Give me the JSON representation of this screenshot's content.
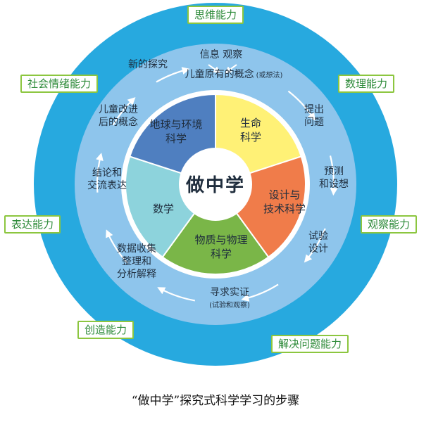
{
  "center": {
    "label": "做中学"
  },
  "subjects": [
    {
      "lines": [
        "生命",
        "科学"
      ],
      "color": "#fff176"
    },
    {
      "lines": [
        "设计与",
        "技术科学"
      ],
      "color": "#f07c4a"
    },
    {
      "lines": [
        "物质与物理",
        "科学"
      ],
      "color": "#7ab648"
    },
    {
      "lines": [
        "数学"
      ],
      "color": "#8dd3dc"
    },
    {
      "lines": [
        "地球与环境",
        "科学"
      ],
      "color": "#4f7fc0"
    }
  ],
  "steps": [
    {
      "lines": [
        "信息  观察"
      ]
    },
    {
      "lines": [
        "儿童原有的概念"
      ],
      "note": "(或想法)"
    },
    {
      "lines": [
        "提出",
        "问题"
      ]
    },
    {
      "lines": [
        "预测",
        "和设想"
      ]
    },
    {
      "lines": [
        "试验",
        "设计"
      ]
    },
    {
      "lines": [
        "寻求实证"
      ],
      "note": "(试验和观察)"
    },
    {
      "lines": [
        "数据收集",
        "整理和",
        "分析解释"
      ]
    },
    {
      "lines": [
        "结论和",
        "交流表达"
      ]
    },
    {
      "lines": [
        "儿童改进",
        "后的概念"
      ]
    },
    {
      "lines": [
        "新的探究"
      ]
    }
  ],
  "abilities": [
    {
      "label": "思维能力"
    },
    {
      "label": "数理能力"
    },
    {
      "label": "观察能力"
    },
    {
      "label": "解决问题能力"
    },
    {
      "label": "创造能力"
    },
    {
      "label": "表达能力"
    },
    {
      "label": "社会情绪能力"
    }
  ],
  "caption": "“做中学”探究式科学学习的步骤",
  "colors": {
    "outer_ring": "#27a9df",
    "middle_ring": "#8ec5ec",
    "inner_band": "#ffffff",
    "text_dark": "#1f2d3d",
    "arrow": "#ffffff",
    "ability_border": "#8cc63f",
    "ability_text": "#2e8b3a"
  }
}
